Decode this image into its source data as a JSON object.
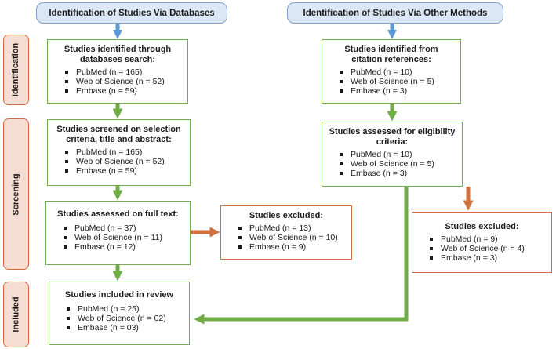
{
  "headers": {
    "databases": "Identification of Studies Via Databases",
    "other": "Identification of Studies Via Other Methods"
  },
  "stages": [
    "Identification",
    "Screening",
    "Included"
  ],
  "boxes": {
    "db_identified": {
      "title": "Studies identified through databases search:",
      "items": [
        "PubMed (n = 165)",
        "Web of Science (n = 52)",
        "Embase (n = 59)"
      ]
    },
    "db_screened": {
      "title": "Studies screened on selection criteria, title and abstract:",
      "items": [
        "PubMed (n = 165)",
        "Web of Science (n = 52)",
        "Embase (n = 59)"
      ]
    },
    "db_fulltext": {
      "title": "Studies assessed on full text:",
      "items": [
        "PubMed (n = 37)",
        "Web of Science (n = 11)",
        "Embase (n = 12)"
      ]
    },
    "db_excluded": {
      "title": "Studies excluded:",
      "items": [
        "PubMed (n = 13)",
        "Web of Science (n = 10)",
        "Embase (n = 9)"
      ]
    },
    "included": {
      "title": "Studies included in review",
      "items": [
        "PubMed (n = 25)",
        "Web of Science (n = 02)",
        "Embase (n = 03)"
      ]
    },
    "other_identified": {
      "title": "Studies identified from citation references:",
      "items": [
        "PubMed (n = 10)",
        "Web of Science (n = 5)",
        "Embase (n = 3)"
      ]
    },
    "other_assessed": {
      "title": "Studies assessed for eligibility criteria:",
      "items": [
        "PubMed (n = 10)",
        "Web of Science (n = 5)",
        "Embase (n = 3)"
      ]
    },
    "other_excluded": {
      "title": "Studies excluded:",
      "items": [
        "PubMed (n = 9)",
        "Web of Science (n = 4)",
        "Embase (n = 3)"
      ]
    }
  },
  "colors": {
    "header_fill": "#dbe7f5",
    "header_border": "#7f9fc4",
    "header_arrow": "#5b9bd5",
    "stage_fill": "#f6ddd3",
    "stage_border": "#d1693c",
    "green": "#70ad47",
    "orange": "#d0703e"
  }
}
